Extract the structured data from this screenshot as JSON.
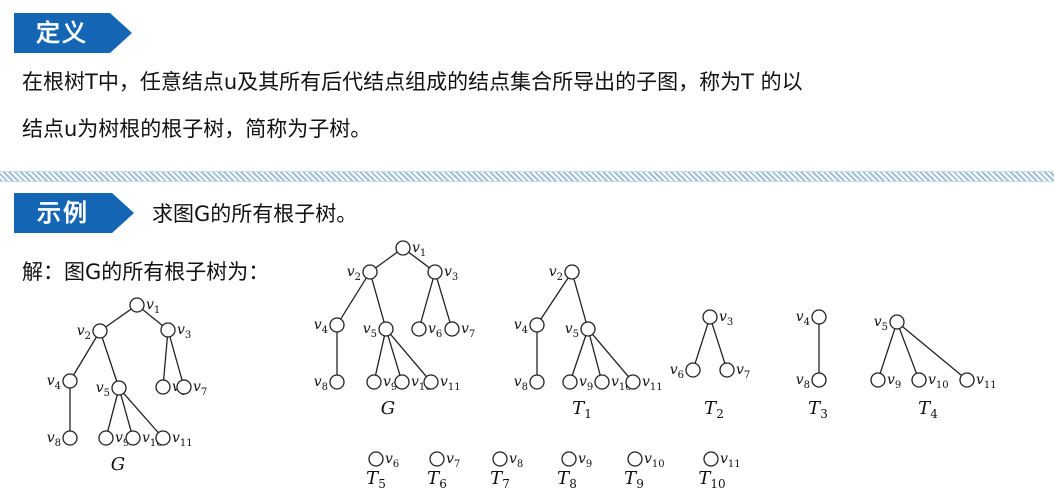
{
  "definition": {
    "label": "定义",
    "text_line1": "在根树T中，任意结点u及其所有后代结点组成的结点集合所导出的子图，称为T 的以",
    "text_line2": "结点u为树根的根子树，简称为子树。"
  },
  "example": {
    "label": "示例",
    "prompt": "求图G的所有根子树。",
    "solution_intro": "解：图G的所有根子树为："
  },
  "colors": {
    "banner": "#1565b5",
    "divider": "#9fc0d8",
    "text": "#111111"
  },
  "trees": [
    {
      "caption": "G",
      "caption_sub": "",
      "nodes": [
        [
          "1",
          "v",
          "1"
        ],
        [
          "2",
          "v",
          "2"
        ],
        [
          "3",
          "v",
          "3"
        ],
        [
          "4",
          "v",
          "4"
        ],
        [
          "5",
          "v",
          "5"
        ],
        [
          "6",
          "v",
          "6"
        ],
        [
          "7",
          "v",
          "7"
        ],
        [
          "8",
          "v",
          "8"
        ],
        [
          "9",
          "v",
          "9"
        ],
        [
          "10",
          "v",
          "10"
        ],
        [
          "11",
          "v",
          "11"
        ]
      ],
      "edges": [
        [
          "1",
          "2"
        ],
        [
          "1",
          "3"
        ],
        [
          "2",
          "4"
        ],
        [
          "2",
          "5"
        ],
        [
          "3",
          "6"
        ],
        [
          "3",
          "7"
        ],
        [
          "4",
          "8"
        ],
        [
          "5",
          "9"
        ],
        [
          "5",
          "10"
        ],
        [
          "5",
          "11"
        ]
      ]
    },
    {
      "caption": "G",
      "caption_sub": "",
      "nodes": [
        [
          "1",
          "v",
          "1"
        ],
        [
          "2",
          "v",
          "2"
        ],
        [
          "3",
          "v",
          "3"
        ],
        [
          "4",
          "v",
          "4"
        ],
        [
          "5",
          "v",
          "5"
        ],
        [
          "6",
          "v",
          "6"
        ],
        [
          "7",
          "v",
          "7"
        ],
        [
          "8",
          "v",
          "8"
        ],
        [
          "9",
          "v",
          "9"
        ],
        [
          "10",
          "v",
          "10"
        ],
        [
          "11",
          "v",
          "11"
        ]
      ],
      "edges": [
        [
          "1",
          "2"
        ],
        [
          "1",
          "3"
        ],
        [
          "2",
          "4"
        ],
        [
          "2",
          "5"
        ],
        [
          "3",
          "6"
        ],
        [
          "3",
          "7"
        ],
        [
          "4",
          "8"
        ],
        [
          "5",
          "9"
        ],
        [
          "5",
          "10"
        ],
        [
          "5",
          "11"
        ]
      ]
    },
    {
      "caption": "T",
      "caption_sub": "1",
      "nodes": [
        [
          "2",
          "v",
          "2"
        ],
        [
          "4",
          "v",
          "4"
        ],
        [
          "5",
          "v",
          "5"
        ],
        [
          "8",
          "v",
          "8"
        ],
        [
          "9",
          "v",
          "9"
        ],
        [
          "10",
          "v",
          "10"
        ],
        [
          "11",
          "v",
          "11"
        ]
      ],
      "edges": [
        [
          "2",
          "4"
        ],
        [
          "2",
          "5"
        ],
        [
          "4",
          "8"
        ],
        [
          "5",
          "9"
        ],
        [
          "5",
          "10"
        ],
        [
          "5",
          "11"
        ]
      ]
    },
    {
      "caption": "T",
      "caption_sub": "2",
      "nodes": [
        [
          "3",
          "v",
          "3"
        ],
        [
          "6",
          "v",
          "6"
        ],
        [
          "7",
          "v",
          "7"
        ]
      ],
      "edges": [
        [
          "3",
          "6"
        ],
        [
          "3",
          "7"
        ]
      ]
    },
    {
      "caption": "T",
      "caption_sub": "3",
      "nodes": [
        [
          "4",
          "v",
          "4"
        ],
        [
          "8",
          "v",
          "8"
        ]
      ],
      "edges": [
        [
          "4",
          "8"
        ]
      ]
    },
    {
      "caption": "T",
      "caption_sub": "4",
      "nodes": [
        [
          "5",
          "v",
          "5"
        ],
        [
          "9",
          "v",
          "9"
        ],
        [
          "10",
          "v",
          "10"
        ],
        [
          "11",
          "v",
          "11"
        ]
      ],
      "edges": [
        [
          "5",
          "9"
        ],
        [
          "5",
          "10"
        ],
        [
          "5",
          "11"
        ]
      ]
    },
    {
      "caption": "T",
      "caption_sub": "5",
      "nodes": [
        [
          "6",
          "v",
          "6"
        ]
      ],
      "edges": []
    },
    {
      "caption": "T",
      "caption_sub": "6",
      "nodes": [
        [
          "7",
          "v",
          "7"
        ]
      ],
      "edges": []
    },
    {
      "caption": "T",
      "caption_sub": "7",
      "nodes": [
        [
          "8",
          "v",
          "8"
        ]
      ],
      "edges": []
    },
    {
      "caption": "T",
      "caption_sub": "8",
      "nodes": [
        [
          "9",
          "v",
          "9"
        ]
      ],
      "edges": []
    },
    {
      "caption": "T",
      "caption_sub": "9",
      "nodes": [
        [
          "10",
          "v",
          "10"
        ]
      ],
      "edges": []
    },
    {
      "caption": "T",
      "caption_sub": "10",
      "nodes": [
        [
          "11",
          "v",
          "11"
        ]
      ],
      "edges": []
    }
  ]
}
